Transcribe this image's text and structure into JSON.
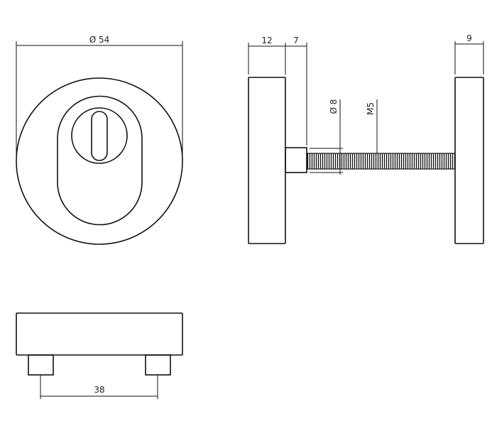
{
  "dimensions": {
    "front_diameter": "Ø 54",
    "plate_thickness": "12",
    "spacer_length": "7",
    "back_plate_thickness": "9",
    "spacer_diameter": "Ø 8",
    "thread": "M5",
    "pin_spacing": "38"
  },
  "colors": {
    "line": "#111111",
    "background": "#ffffff"
  }
}
